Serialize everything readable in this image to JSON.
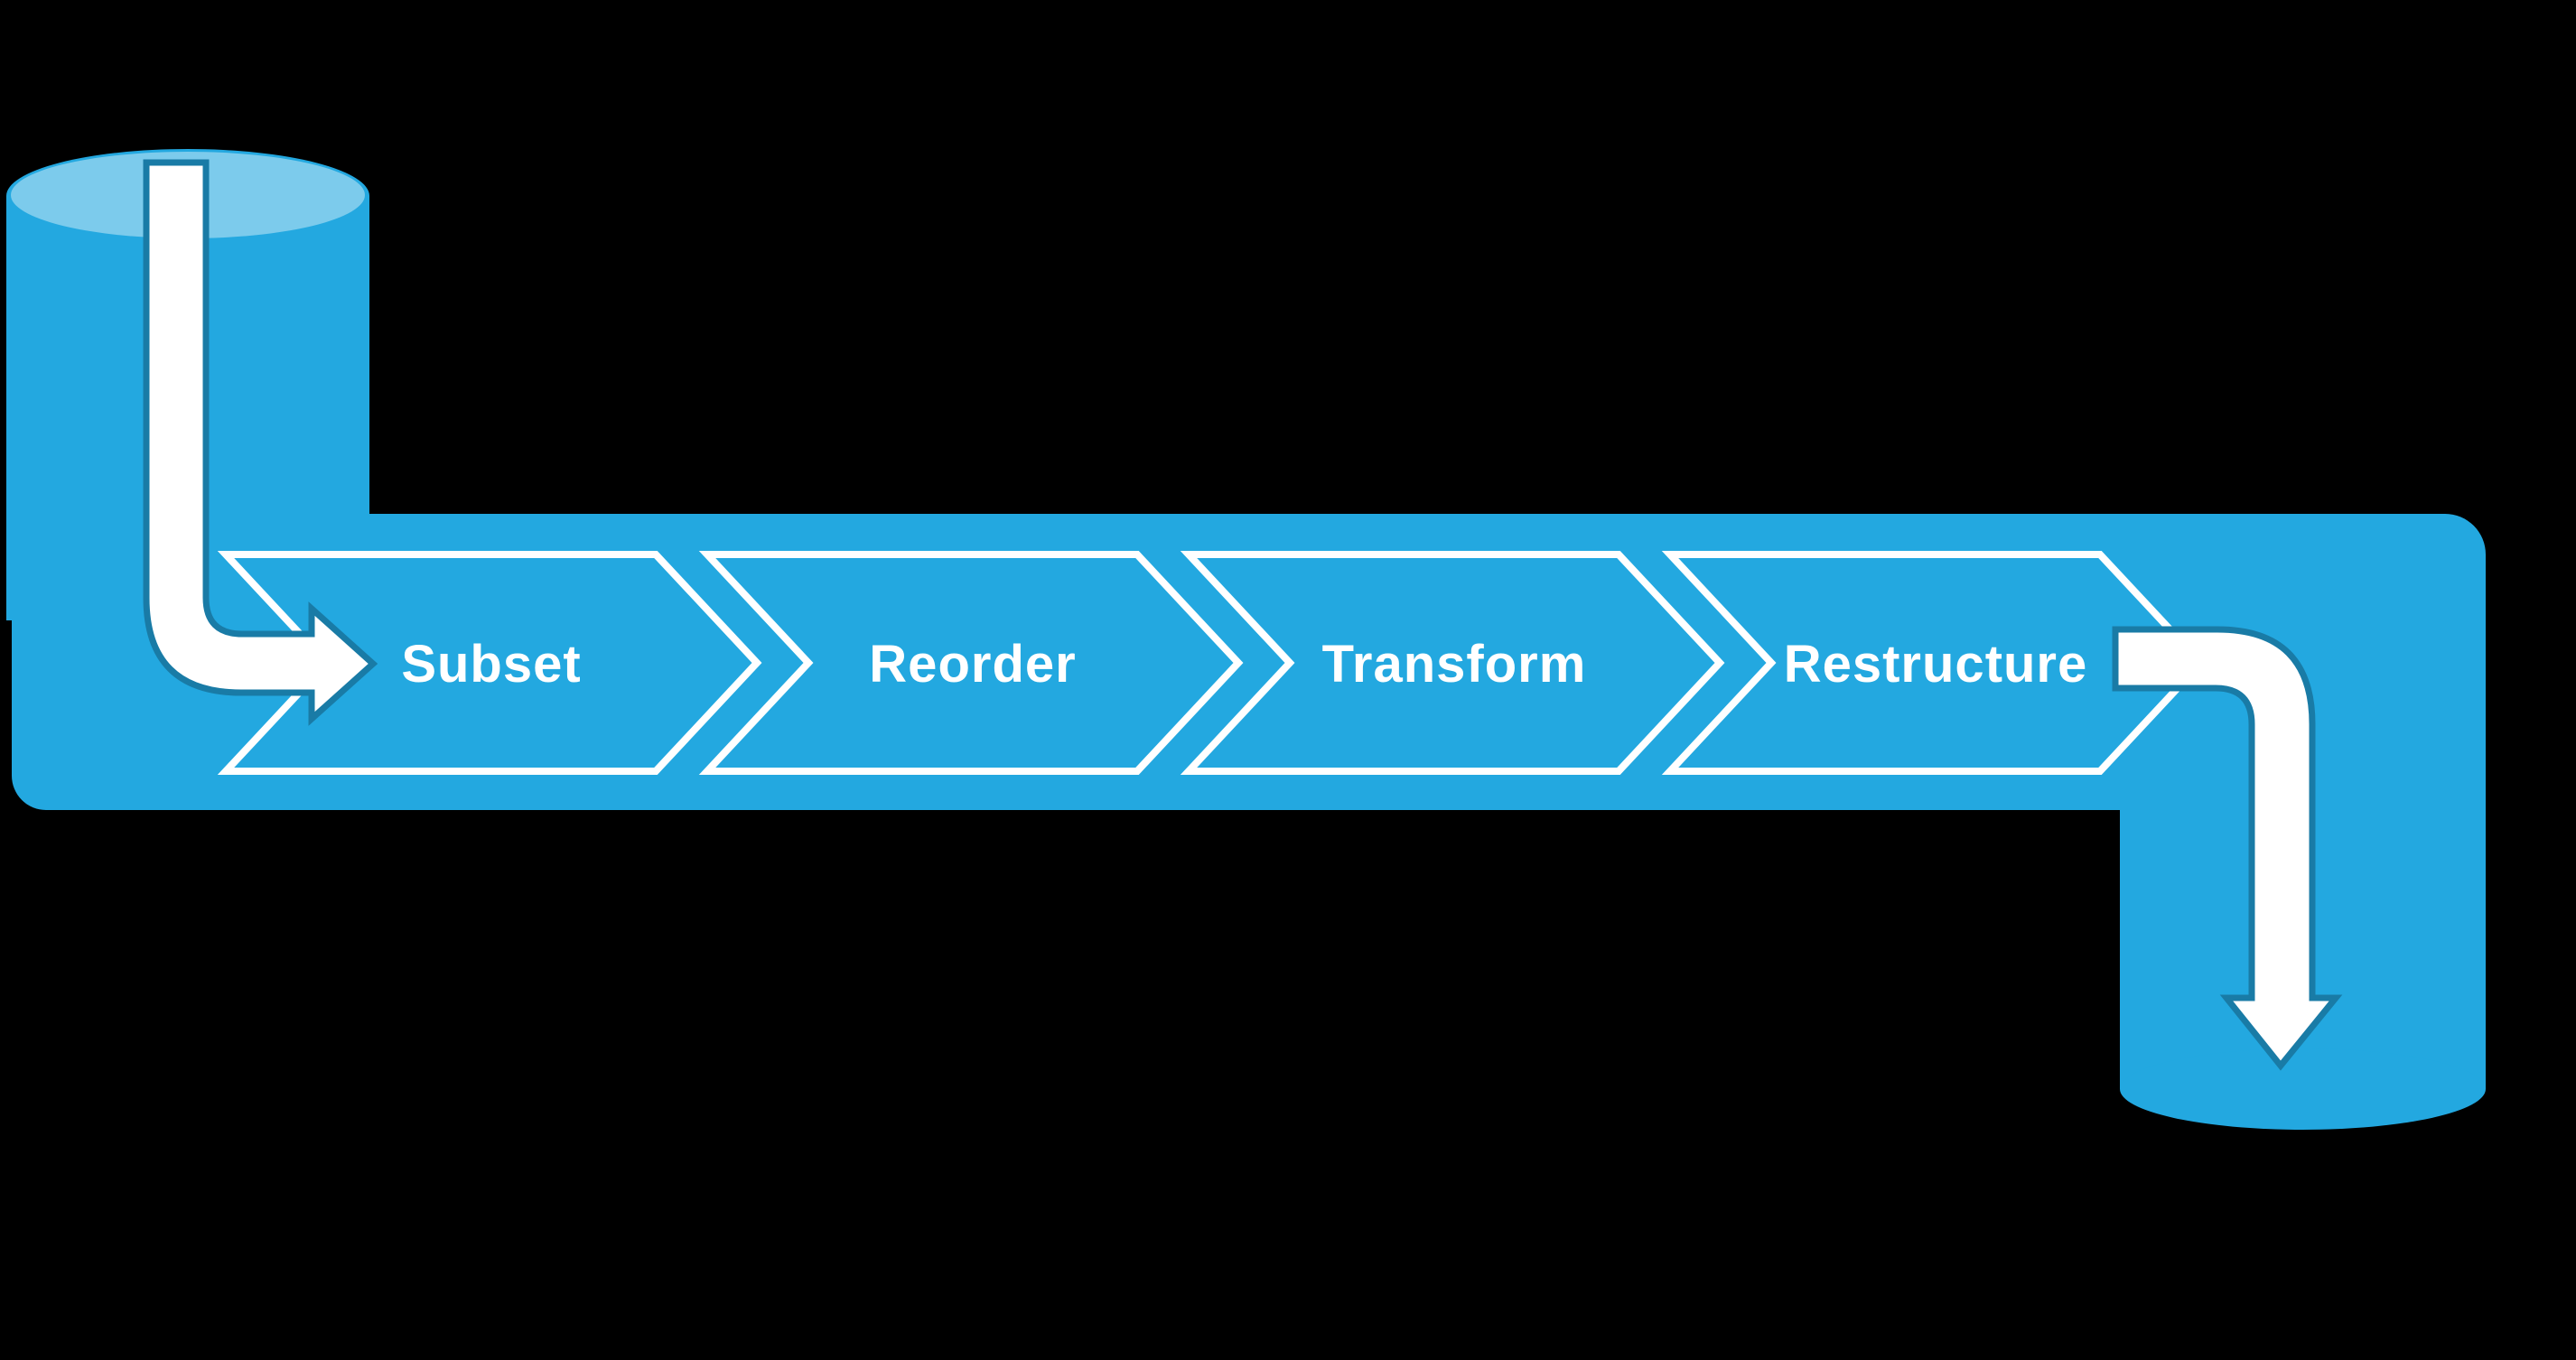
{
  "steps": [
    {
      "id": "subset",
      "label": "Subset"
    },
    {
      "id": "reorder",
      "label": "Reorder"
    },
    {
      "id": "transform",
      "label": "Transform"
    },
    {
      "id": "restructure",
      "label": "Restructure"
    }
  ],
  "shapes": {
    "source_database": "cylinder",
    "destination_database": "cylinder",
    "inflow_arrow": "bent-arrow-down-then-right",
    "outflow_arrow": "bent-arrow-right-then-down",
    "step_shape": "chevron-right"
  },
  "colors": {
    "background": "#000000",
    "pipe_blue": "#23a8e0",
    "cylinder_top_blue": "#7ccbec",
    "arrow_outline_teal": "#197ba6",
    "outline_white": "#ffffff",
    "label_text": "#ffffff"
  }
}
